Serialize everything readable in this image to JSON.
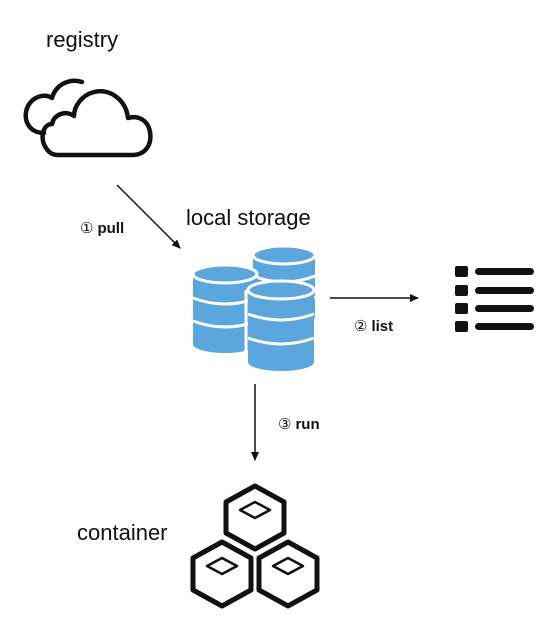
{
  "nodes": {
    "registry": {
      "label": "registry",
      "icon": "cloud-icon"
    },
    "local_storage": {
      "label": "local storage",
      "icon": "database-stack-icon",
      "color": "#5aa6dd"
    },
    "list": {
      "icon": "list-icon"
    },
    "container": {
      "label": "container",
      "icon": "cubes-icon"
    }
  },
  "edges": {
    "pull": {
      "number": "①",
      "label": "pull"
    },
    "list": {
      "number": "②",
      "label": "list"
    },
    "run": {
      "number": "③",
      "label": "run"
    }
  }
}
